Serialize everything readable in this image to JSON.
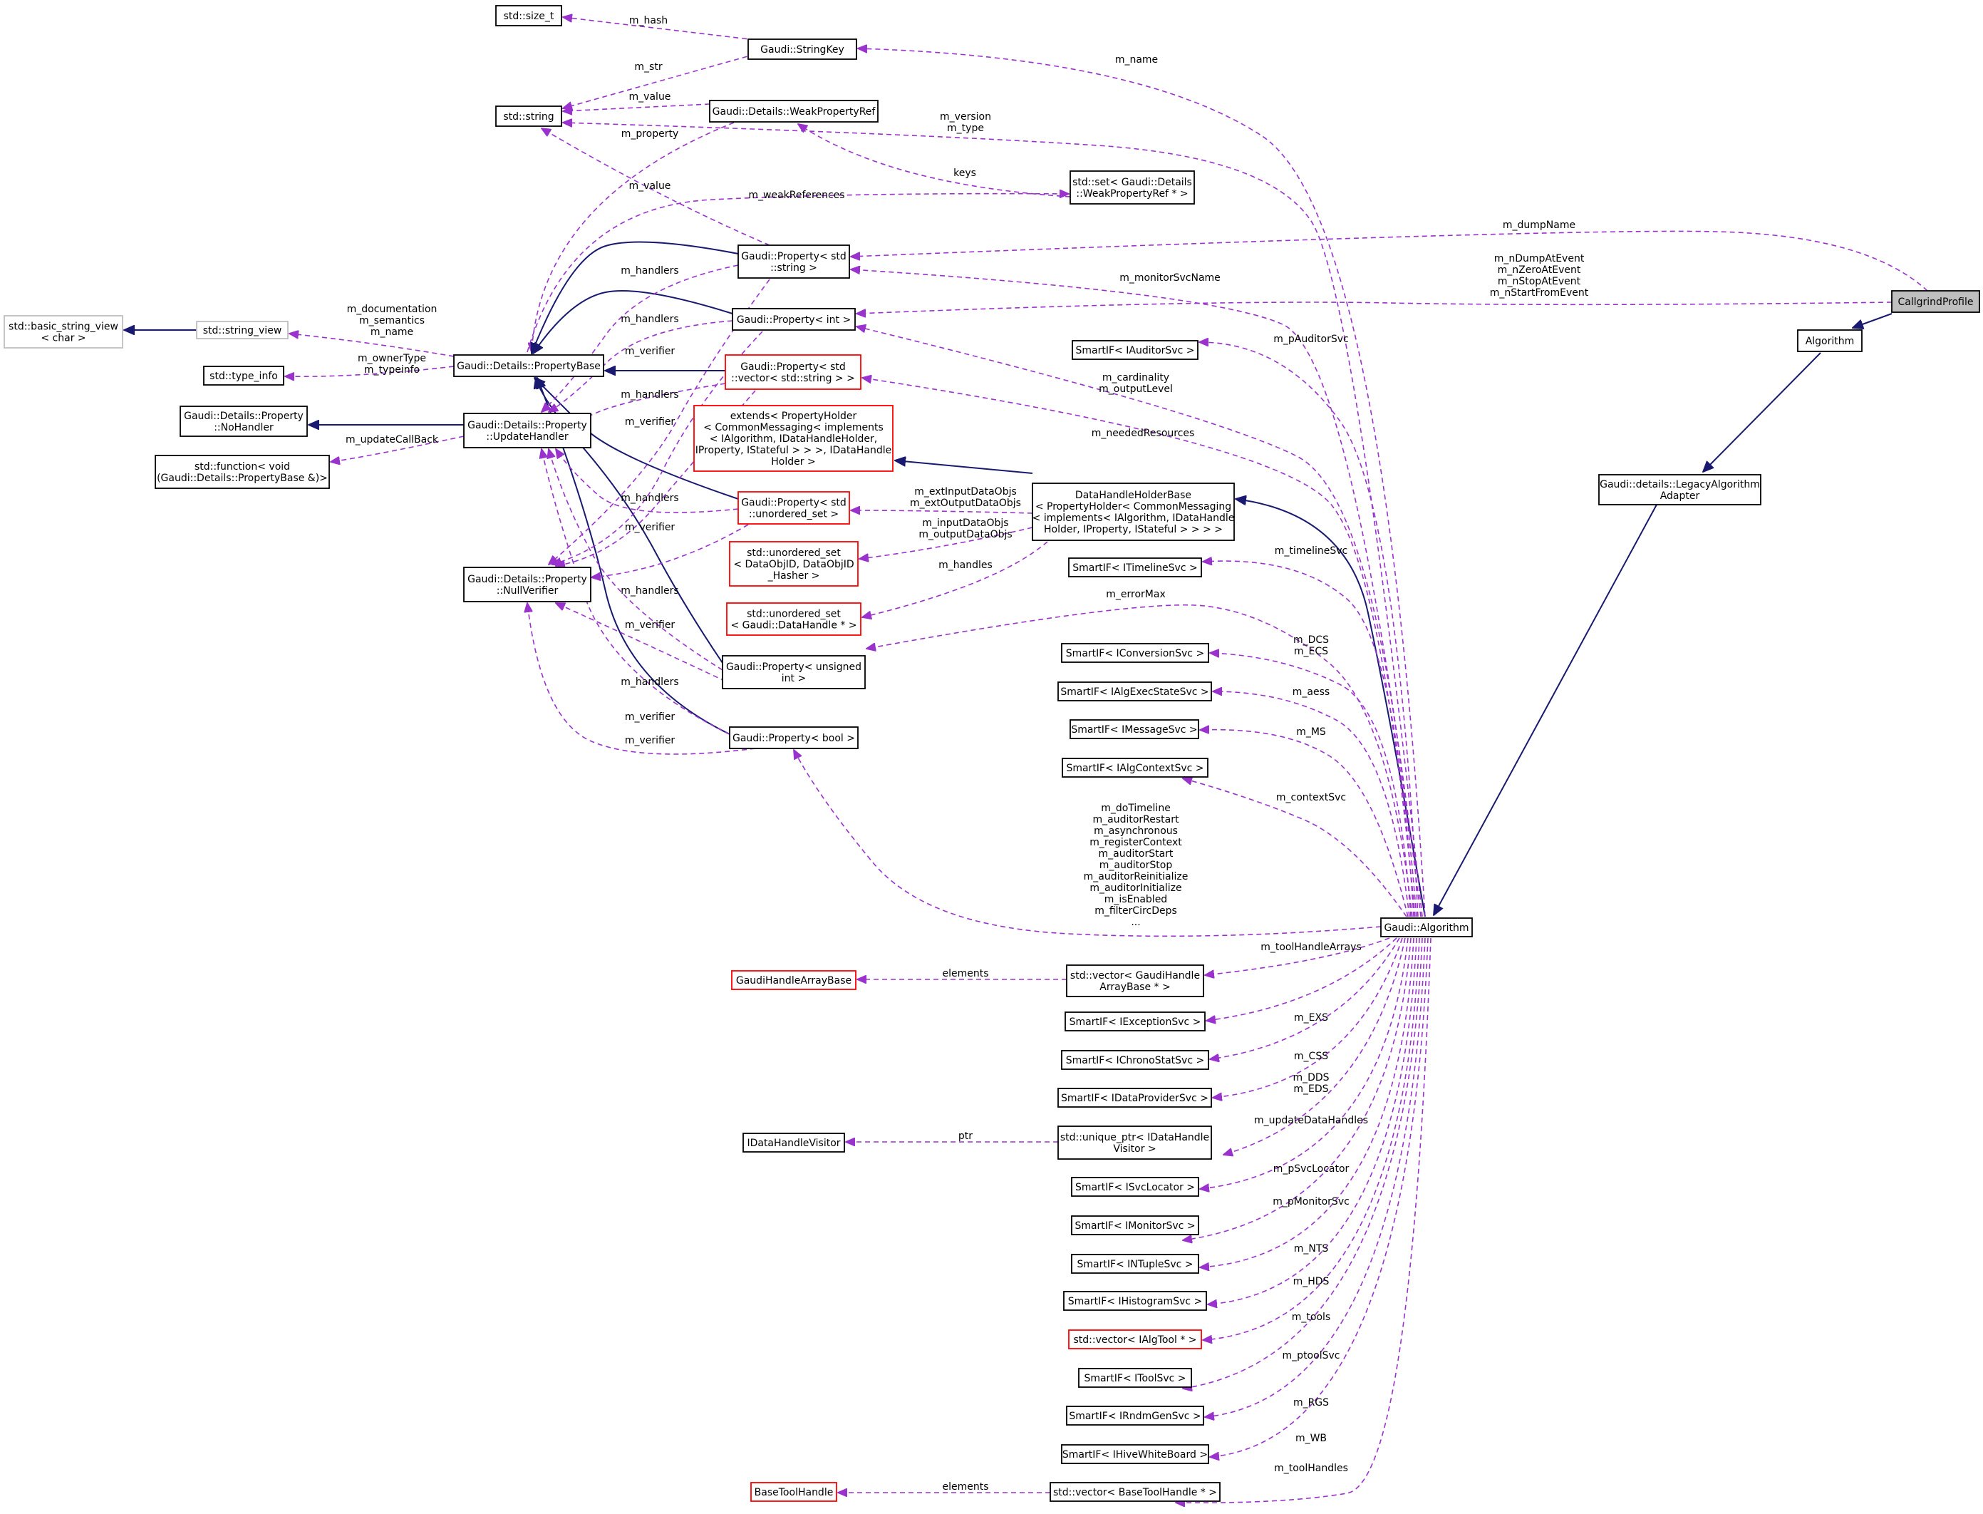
{
  "nodes": [
    {
      "id": "callgrind",
      "lines": [
        "CallgrindProfile"
      ],
      "style": "highlight"
    },
    {
      "id": "algorithm",
      "lines": [
        "Algorithm"
      ]
    },
    {
      "id": "legacy",
      "lines": [
        "Gaudi::details::LegacyAlgorithm",
        "Adapter"
      ]
    },
    {
      "id": "galg",
      "lines": [
        "Gaudi::Algorithm"
      ]
    },
    {
      "id": "sizet",
      "lines": [
        "std::size_t"
      ]
    },
    {
      "id": "stringkey",
      "lines": [
        "Gaudi::StringKey"
      ]
    },
    {
      "id": "stdstring",
      "lines": [
        "std::string"
      ]
    },
    {
      "id": "weakref",
      "lines": [
        "Gaudi::Details::WeakPropertyRef"
      ]
    },
    {
      "id": "setweak",
      "lines": [
        "std::set< Gaudi::Details",
        "::WeakPropertyRef * >"
      ]
    },
    {
      "id": "pstring",
      "lines": [
        "Gaudi::Property< std",
        "::string >"
      ]
    },
    {
      "id": "pint",
      "lines": [
        "Gaudi::Property< int >"
      ]
    },
    {
      "id": "pvector",
      "lines": [
        "Gaudi::Property< std",
        "::vector< std::string > >"
      ],
      "style": "red"
    },
    {
      "id": "pbase",
      "lines": [
        "Gaudi::Details::PropertyBase"
      ]
    },
    {
      "id": "svview",
      "lines": [
        "std::basic_string_view",
        "< char >"
      ],
      "style": "gray"
    },
    {
      "id": "strview",
      "lines": [
        "std::string_view"
      ],
      "style": "gray"
    },
    {
      "id": "typeinfo",
      "lines": [
        "std::type_info"
      ]
    },
    {
      "id": "nohandler",
      "lines": [
        "Gaudi::Details::Property",
        "::NoHandler"
      ]
    },
    {
      "id": "updhandler",
      "lines": [
        "Gaudi::Details::Property",
        "::UpdateHandler"
      ]
    },
    {
      "id": "stdfunc",
      "lines": [
        "std::function< void",
        "(Gaudi::Details::PropertyBase &)>"
      ]
    },
    {
      "id": "nullverif",
      "lines": [
        "Gaudi::Details::Property",
        "::NullVerifier"
      ]
    },
    {
      "id": "extends",
      "lines": [
        "extends< PropertyHolder",
        "< CommonMessaging< implements",
        "< IAlgorithm, IDataHandleHolder,",
        "IProperty, IStateful > > >, IDataHandle",
        "Holder >"
      ],
      "style": "red"
    },
    {
      "id": "dhhb",
      "lines": [
        "DataHandleHolderBase",
        "< PropertyHolder< CommonMessaging",
        "< implements< IAlgorithm, IDataHandle",
        "Holder, IProperty, IStateful > > > >"
      ]
    },
    {
      "id": "punordset",
      "lines": [
        "Gaudi::Property< std",
        "::unordered_set >"
      ],
      "style": "red"
    },
    {
      "id": "unordobj",
      "lines": [
        "std::unordered_set",
        "< DataObjID, DataObjID",
        "_Hasher >"
      ],
      "style": "red"
    },
    {
      "id": "unordhandle",
      "lines": [
        "std::unordered_set",
        "< Gaudi::DataHandle * >"
      ],
      "style": "red"
    },
    {
      "id": "punsigned",
      "lines": [
        "Gaudi::Property< unsigned",
        "int >"
      ]
    },
    {
      "id": "pbool",
      "lines": [
        "Gaudi::Property< bool >"
      ]
    },
    {
      "id": "sauditor",
      "lines": [
        "SmartIF< IAuditorSvc >"
      ]
    },
    {
      "id": "stimeline",
      "lines": [
        "SmartIF< ITimelineSvc >"
      ]
    },
    {
      "id": "sconversion",
      "lines": [
        "SmartIF< IConversionSvc >"
      ]
    },
    {
      "id": "salgexec",
      "lines": [
        "SmartIF< IAlgExecStateSvc >"
      ]
    },
    {
      "id": "smessage",
      "lines": [
        "SmartIF< IMessageSvc >"
      ]
    },
    {
      "id": "salgctx",
      "lines": [
        "SmartIF< IAlgContextSvc >"
      ]
    },
    {
      "id": "vgaudiharr",
      "lines": [
        "std::vector< GaudiHandle",
        "ArrayBase * >"
      ]
    },
    {
      "id": "ghandlearr",
      "lines": [
        "GaudiHandleArrayBase"
      ],
      "style": "red"
    },
    {
      "id": "sexception",
      "lines": [
        "SmartIF< IExceptionSvc >"
      ]
    },
    {
      "id": "schrono",
      "lines": [
        "SmartIF< IChronoStatSvc >"
      ]
    },
    {
      "id": "sdataprov",
      "lines": [
        "SmartIF< IDataProviderSvc >"
      ]
    },
    {
      "id": "uptrvisitor",
      "lines": [
        "std::unique_ptr< IDataHandle",
        "Visitor >"
      ]
    },
    {
      "id": "idhvisitor",
      "lines": [
        "IDataHandleVisitor"
      ]
    },
    {
      "id": "ssvcloc",
      "lines": [
        "SmartIF< ISvcLocator >"
      ]
    },
    {
      "id": "smonitor",
      "lines": [
        "SmartIF< IMonitorSvc >"
      ]
    },
    {
      "id": "sntuple",
      "lines": [
        "SmartIF< INTupleSvc >"
      ]
    },
    {
      "id": "shisto",
      "lines": [
        "SmartIF< IHistogramSvc >"
      ]
    },
    {
      "id": "valgtool",
      "lines": [
        "std::vector< IAlgTool * >"
      ],
      "style": "red"
    },
    {
      "id": "stool",
      "lines": [
        "SmartIF< IToolSvc >"
      ]
    },
    {
      "id": "srndm",
      "lines": [
        "SmartIF< IRndmGenSvc >"
      ]
    },
    {
      "id": "shive",
      "lines": [
        "SmartIF< IHiveWhiteBoard >"
      ]
    },
    {
      "id": "vbasetool",
      "lines": [
        "std::vector< BaseToolHandle * >"
      ]
    },
    {
      "id": "basetool",
      "lines": [
        "BaseToolHandle"
      ],
      "style": "red"
    }
  ],
  "edge_labels": {
    "m_hash": [
      "m_hash"
    ],
    "m_str": [
      "m_str"
    ],
    "m_value_weak": [
      "m_value"
    ],
    "m_property": [
      "m_property"
    ],
    "m_value_pstr": [
      "m_value"
    ],
    "keys": [
      "keys"
    ],
    "m_weakReferences": [
      "m_weakReferences"
    ],
    "m_name": [
      "m_name"
    ],
    "m_version": [
      "m_version",
      "m_type"
    ],
    "m_dumpName": [
      "m_dumpName"
    ],
    "m_nDump": [
      "m_nDumpAtEvent",
      "m_nZeroAtEvent",
      "m_nStopAtEvent",
      "m_nStartFromEvent"
    ],
    "m_monitorSvcName": [
      "m_monitorSvcName"
    ],
    "m_doc": [
      "m_documentation",
      "m_semantics",
      "m_name"
    ],
    "m_owner": [
      "m_ownerType",
      "m_typeinfo"
    ],
    "m_updateCallBack": [
      "m_updateCallBack"
    ],
    "h1": [
      "m_handlers"
    ],
    "h2": [
      "m_handlers"
    ],
    "h3": [
      "m_handlers"
    ],
    "h4": [
      "m_handlers"
    ],
    "h5": [
      "m_handlers"
    ],
    "h6": [
      "m_handlers"
    ],
    "v1": [
      "m_verifier"
    ],
    "v2": [
      "m_verifier"
    ],
    "v3": [
      "m_verifier"
    ],
    "v4": [
      "m_verifier"
    ],
    "v5": [
      "m_verifier"
    ],
    "v6": [
      "m_verifier"
    ],
    "m_pAuditorSvc": [
      "m_pAuditorSvc"
    ],
    "m_cardinality": [
      "m_cardinality",
      "m_outputLevel"
    ],
    "m_neededResources": [
      "m_neededResources"
    ],
    "m_extInput": [
      "m_extInputDataObjs",
      "m_extOutputDataObjs"
    ],
    "m_inputData": [
      "m_inputDataObjs",
      "m_outputDataObjs"
    ],
    "m_handles": [
      "m_handles"
    ],
    "m_timelineSvc": [
      "m_timelineSvc"
    ],
    "m_errorMax": [
      "m_errorMax"
    ],
    "m_DCS": [
      "m_DCS",
      "m_ECS"
    ],
    "m_aess": [
      "m_aess"
    ],
    "m_MS": [
      "m_MS"
    ],
    "m_contextSvc": [
      "m_contextSvc"
    ],
    "m_doTimeline": [
      "m_doTimeline",
      "m_auditorRestart",
      "m_asynchronous",
      "m_registerContext",
      "m_auditorStart",
      "m_auditorStop",
      "m_auditorReinitialize",
      "m_auditorInitialize",
      "m_isEnabled",
      "m_filterCircDeps",
      "..."
    ],
    "m_toolHandleArrays": [
      "m_toolHandleArrays"
    ],
    "elements1": [
      "elements"
    ],
    "m_EXS": [
      "m_EXS"
    ],
    "m_CSS": [
      "m_CSS"
    ],
    "m_DDS": [
      "m_DDS",
      "m_EDS"
    ],
    "m_updateDataHandles": [
      "m_updateDataHandles"
    ],
    "ptr": [
      "ptr"
    ],
    "m_pSvcLocator": [
      "m_pSvcLocator"
    ],
    "m_pMonitorSvc": [
      "m_pMonitorSvc"
    ],
    "m_NTS": [
      "m_NTS"
    ],
    "m_HDS": [
      "m_HDS"
    ],
    "m_tools": [
      "m_tools"
    ],
    "m_ptoolSvc": [
      "m_ptoolSvc"
    ],
    "m_RGS": [
      "m_RGS"
    ],
    "m_WB": [
      "m_WB"
    ],
    "m_toolHandles": [
      "m_toolHandles"
    ],
    "elements2": [
      "elements"
    ]
  }
}
